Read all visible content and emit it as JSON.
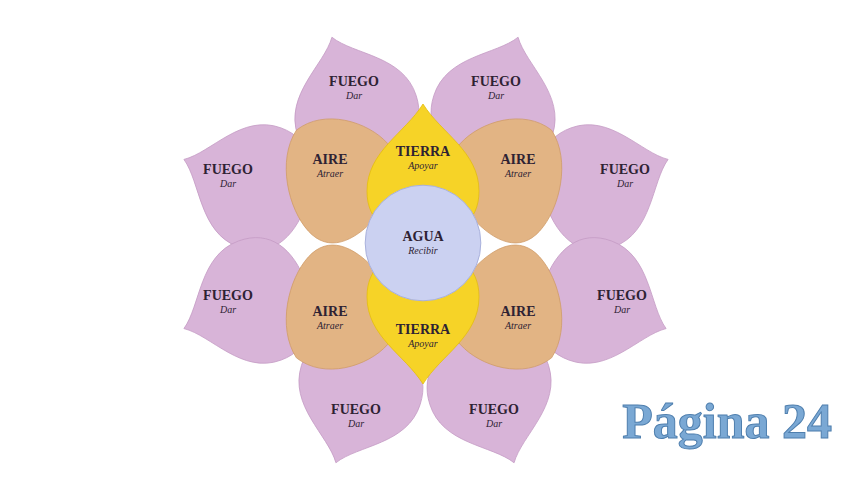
{
  "diagram": {
    "nodes": [
      {
        "text": [
          "FUEGO",
          "Dar"
        ]
      },
      {
        "text": [
          "FUEGO",
          "Dar"
        ]
      },
      {
        "text": [
          "FUEGO",
          "Dar"
        ]
      },
      {
        "text": [
          "AIRE",
          "Atraer"
        ]
      },
      {
        "text": [
          "TIERRA",
          "Apoyar"
        ]
      },
      {
        "text": [
          "AIRE",
          "Atraer"
        ]
      },
      {
        "text": [
          "FUEGO",
          "Dar"
        ]
      },
      {
        "text": [
          "AGUA",
          "Recibir"
        ]
      },
      {
        "text": [
          "FUEGO",
          "Dar"
        ]
      },
      {
        "text": [
          "AIRE",
          "Atraer"
        ]
      },
      {
        "text": [
          "TIERRA",
          "Apoyar"
        ]
      },
      {
        "text": [
          "AIRE",
          "Atraer"
        ]
      },
      {
        "text": [
          "FUEGO",
          "Dar"
        ]
      },
      {
        "text": [
          "FUEGO",
          "Dar"
        ]
      },
      {
        "text": [
          "FUEGO",
          "Dar"
        ]
      }
    ],
    "labels": [
      "Página 24"
    ]
  }
}
